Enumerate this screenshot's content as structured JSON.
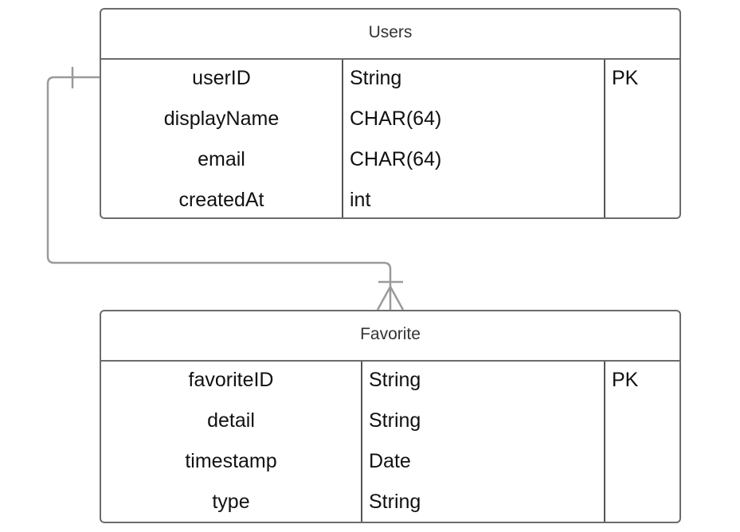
{
  "entities": {
    "users": {
      "title": "Users",
      "rows": [
        {
          "name": "userID",
          "type": "String",
          "key": "PK"
        },
        {
          "name": "displayName",
          "type": "CHAR(64)",
          "key": ""
        },
        {
          "name": "email",
          "type": "CHAR(64)",
          "key": ""
        },
        {
          "name": "createdAt",
          "type": "int",
          "key": ""
        }
      ]
    },
    "favorite": {
      "title": "Favorite",
      "rows": [
        {
          "name": "favoriteID",
          "type": "String",
          "key": "PK"
        },
        {
          "name": "detail",
          "type": "String",
          "key": ""
        },
        {
          "name": "timestamp",
          "type": "Date",
          "key": ""
        },
        {
          "name": "type",
          "type": "String",
          "key": ""
        }
      ]
    }
  },
  "relationship": {
    "from": "Users",
    "to": "Favorite",
    "from_cardinality": "one",
    "to_cardinality": "one-or-many",
    "line_color": "#9a9a9a"
  }
}
